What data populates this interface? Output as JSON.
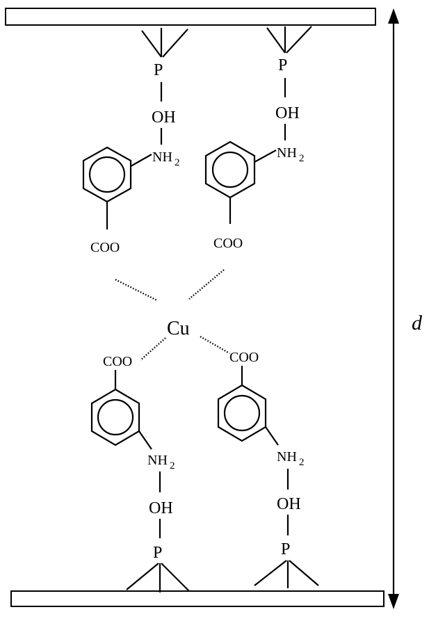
{
  "labels": {
    "phosphorus": "P",
    "hydroxyl": "OH",
    "amine": "NH",
    "amine_subscript": "2",
    "carboxylate": "COO",
    "metal": "Cu",
    "distance": "d"
  }
}
